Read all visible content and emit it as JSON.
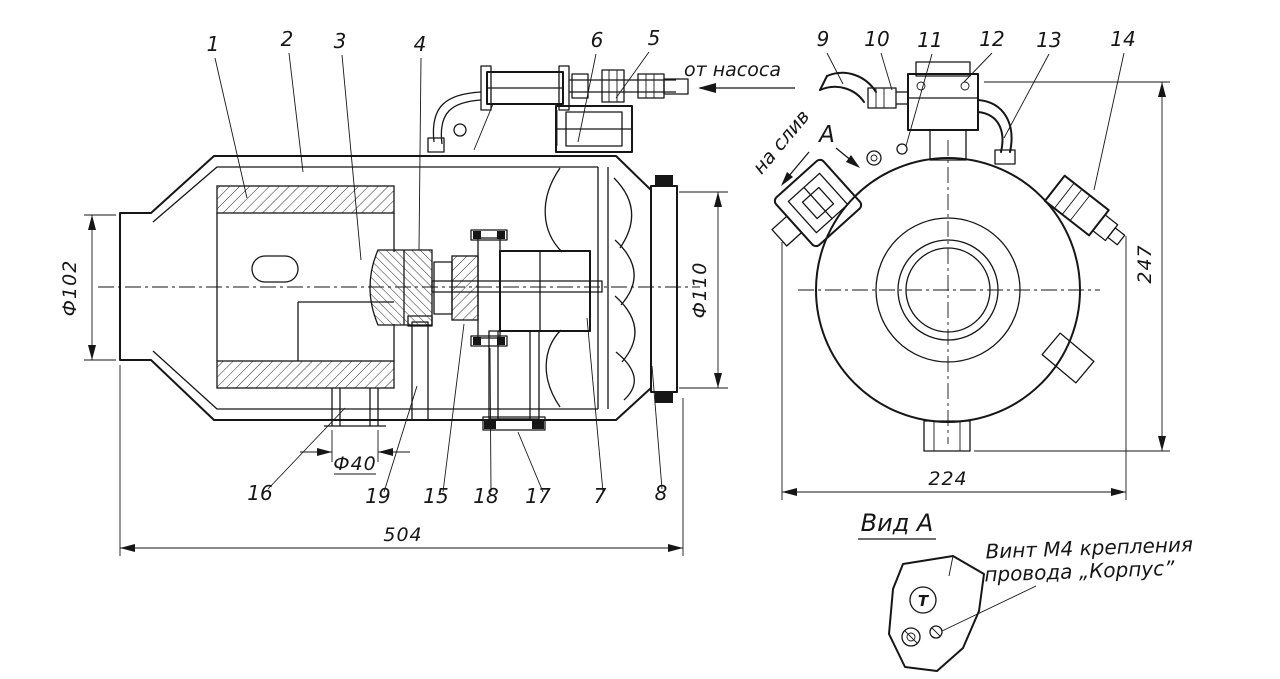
{
  "side_view": {
    "callouts": {
      "n1": "1",
      "n2": "2",
      "n3": "3",
      "n4": "4",
      "n5": "5",
      "n6": "6",
      "n7": "7",
      "n8": "8",
      "n15": "15",
      "n16": "16",
      "n17": "17",
      "n18": "18",
      "n19": "19"
    },
    "dims": {
      "bore_left": "Ф102",
      "bore_right": "Ф110",
      "drain_pipe": "Ф40",
      "overall_length": "504"
    },
    "annotations": {
      "from_pump": "от насоса"
    }
  },
  "end_view": {
    "callouts": {
      "n9": "9",
      "n10": "10",
      "n11": "11",
      "n12": "12",
      "n13": "13",
      "n14": "14"
    },
    "dims": {
      "overall_height": "247",
      "overall_width": "224"
    },
    "annotations": {
      "to_drain": "на слив",
      "view_arrow": "А",
      "view_title": "Вид А"
    }
  },
  "detail_view": {
    "terminal_mark": "Т",
    "note_line1": "Винт М4 крепления",
    "note_line2": "провода „Корпус”"
  }
}
